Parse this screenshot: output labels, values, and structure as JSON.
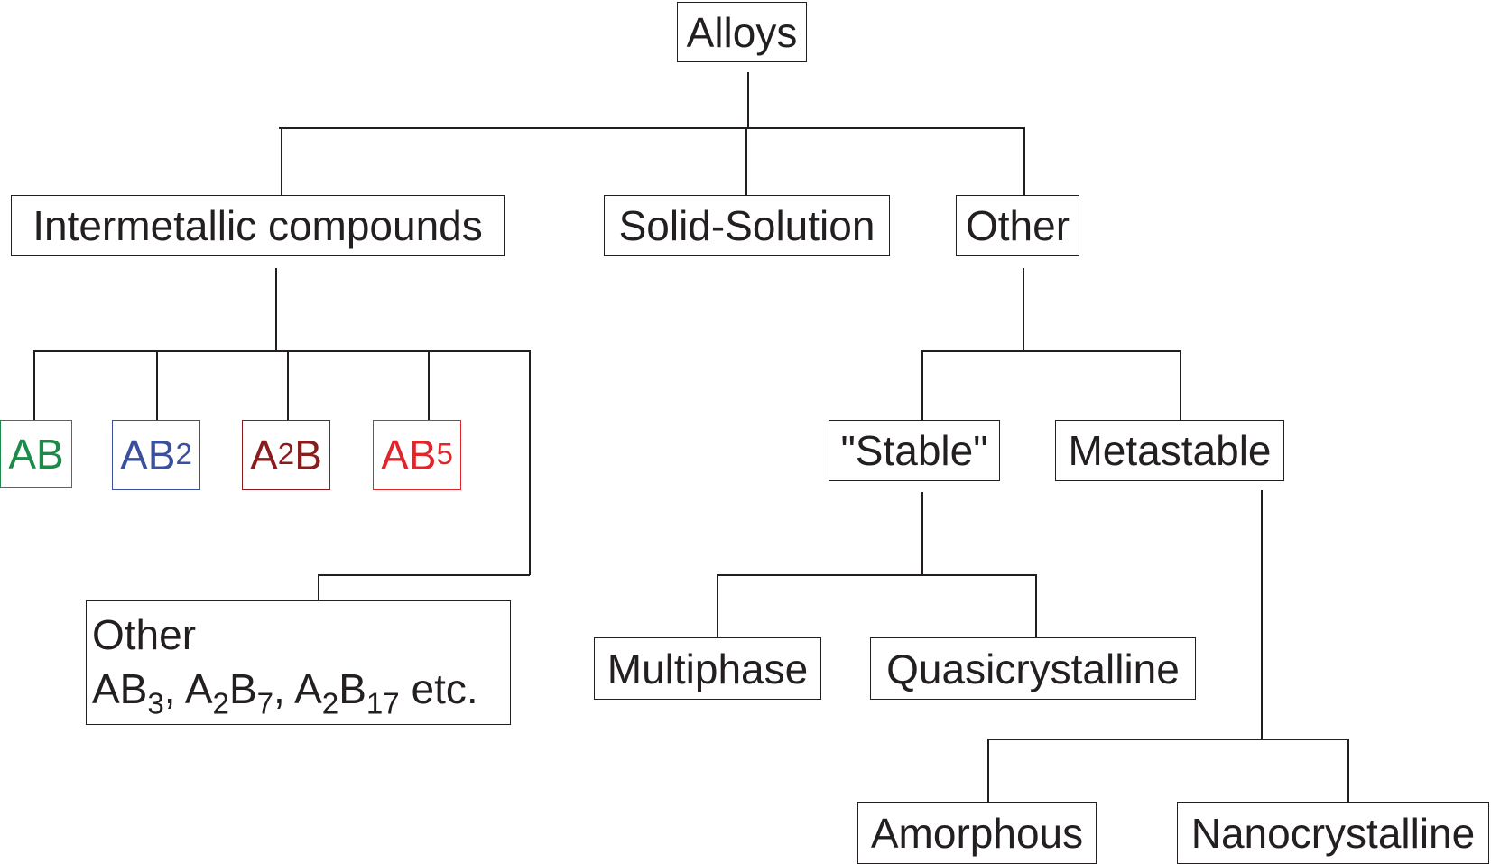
{
  "root": {
    "label": "Alloys"
  },
  "level1": {
    "intermetallic": "Intermetallic compounds",
    "solid_solution": "Solid-Solution",
    "other": "Other"
  },
  "intermetallic_types": {
    "ab": {
      "base": "AB",
      "color": "#1b8a4b"
    },
    "ab2": {
      "base": "AB",
      "sub": "2",
      "color": "#3a4f9e"
    },
    "a2b": {
      "a": "A",
      "sub": "2",
      "b": "B",
      "color": "#8a1c1c"
    },
    "ab5": {
      "base": "AB",
      "sub": "5",
      "color": "#e0262b"
    },
    "other": {
      "title": "Other",
      "f1_base": "AB",
      "f1_sub": "3",
      "sep1": ", ",
      "f2_a": "A",
      "f2_sub1": "2",
      "f2_b": "B",
      "f2_sub2": "7",
      "sep2": ", ",
      "f3_a": "A",
      "f3_sub1": "2",
      "f3_b": "B",
      "f3_sub2": "17",
      "suffix": " etc."
    }
  },
  "other_branch": {
    "stable": "\"Stable\"",
    "metastable": "Metastable",
    "multiphase": "Multiphase",
    "quasicrystalline": "Quasicrystalline",
    "amorphous": "Amorphous",
    "nanocrystalline": "Nanocrystalline"
  },
  "colors": {
    "line": "#231f20",
    "text": "#231f20"
  }
}
